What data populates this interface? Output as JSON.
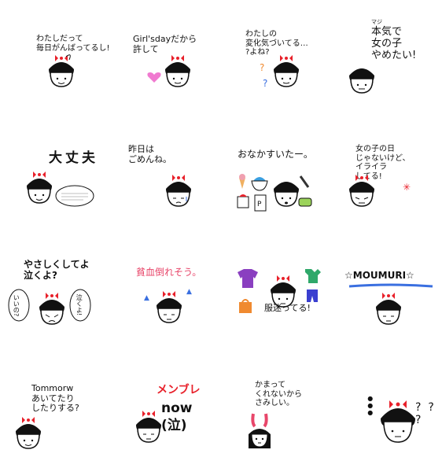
{
  "stickers": [
    {
      "id": "s1",
      "text": "わたしだって\n毎日がんばってるし!"
    },
    {
      "id": "s2",
      "text": "Girl'sdayだから\n許して"
    },
    {
      "id": "s3",
      "text": "わたしの\n変化気づいてる…\n?よね?",
      "ruby": ""
    },
    {
      "id": "s4",
      "text": "本気で\n女の子\nやめたい!",
      "ruby": "マジ"
    },
    {
      "id": "s5",
      "text": "大丈夫"
    },
    {
      "id": "s6",
      "text": "昨日は\nごめんね。"
    },
    {
      "id": "s7",
      "text": "おなかすいたー。"
    },
    {
      "id": "s8",
      "text": "女の子の日\nじゃないけど、\nイライラ\nしてる!"
    },
    {
      "id": "s9",
      "text": "やさしくしてよ\n泣くよ?",
      "bubble_left": "いいの?",
      "bubble_right": "泣くよ!"
    },
    {
      "id": "s10",
      "text": "貧血倒れそう。"
    },
    {
      "id": "s11",
      "text": "服迷ってる!"
    },
    {
      "id": "s12",
      "text": "☆MOUMURI☆"
    },
    {
      "id": "s13",
      "text": "Tommorw\nあいてたり\nしたりする?"
    },
    {
      "id": "s14",
      "text_red": "メンブレ",
      "text": "now\n(泣)"
    },
    {
      "id": "s15",
      "text": "かまって\nくれないから\nさみしい。"
    },
    {
      "id": "s16",
      "text": "?  ?\n?"
    }
  ],
  "colors": {
    "bow": "#e8202a",
    "hair": "#111111",
    "accent_blue": "#3a6fe0",
    "accent_purple": "#8a3fc0",
    "accent_pink": "#e8466a",
    "accent_orange": "#f08a30"
  }
}
